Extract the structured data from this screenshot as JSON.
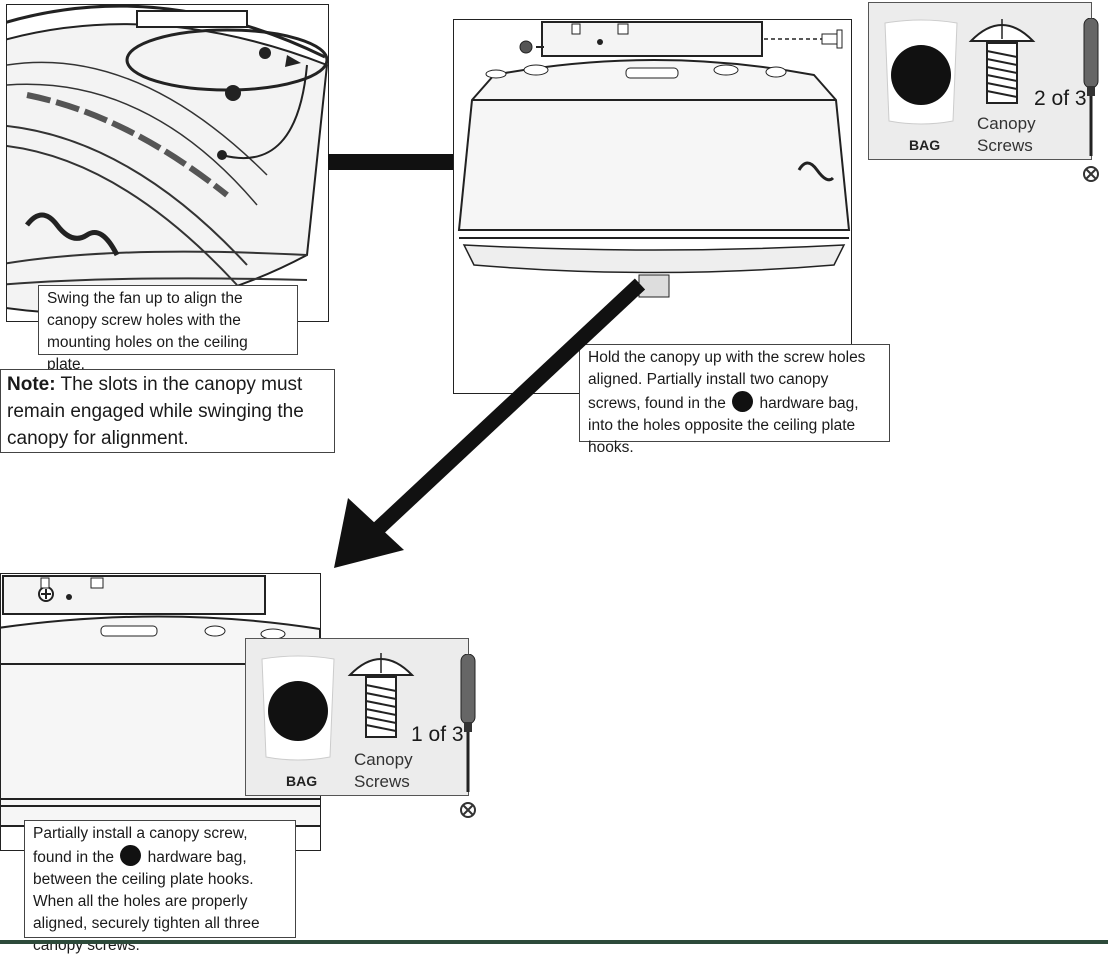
{
  "step1": {
    "caption": "Swing the fan up to align the canopy screw holes with the mounting holes on the ceiling plate.",
    "note_label": "Note:",
    "note_text": " The slots in the canopy must remain engaged while swinging the canopy for alignment."
  },
  "step2": {
    "caption_before": "Hold the canopy up with the screw holes aligned. Partially install two canopy screws, found in the ",
    "caption_after": " hardware bag, into the holes opposite the ceiling plate hooks."
  },
  "step3": {
    "caption_before": "Partially install a canopy screw, found in the ",
    "caption_after": " hardware bag, between the ceiling plate hooks. When all the holes are properly aligned, securely tighten all three canopy screws."
  },
  "hardware_top": {
    "bag_label": "BAG",
    "screw_label_line1": "Canopy",
    "screw_label_line2": "Screws",
    "count": "2 of 3"
  },
  "hardware_bottom": {
    "bag_label": "BAG",
    "screw_label_line1": "Canopy",
    "screw_label_line2": "Screws",
    "count": "1 of 3"
  },
  "colors": {
    "arrow": "#111111",
    "panel_border": "#222222",
    "hardware_bg": "#ececec",
    "accent_rule": "#2d4a3a"
  }
}
